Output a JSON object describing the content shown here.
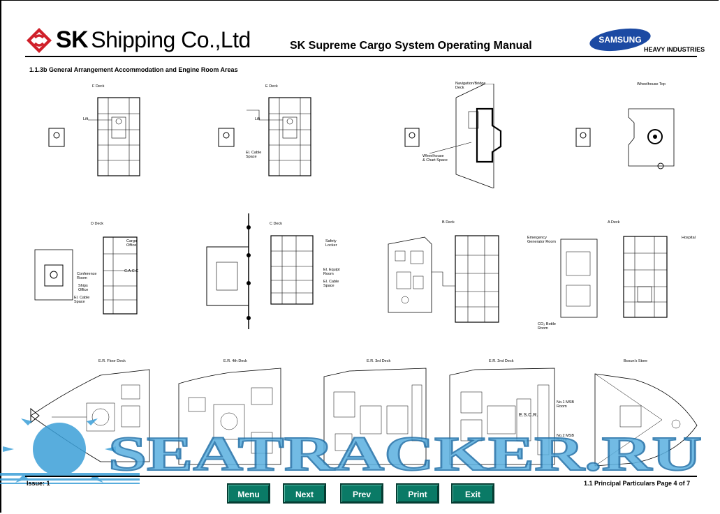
{
  "header": {
    "company_bold": "SK",
    "company_rest": "Shipping Co.,Ltd",
    "document_title": "SK Supreme Cargo System Operating Manual",
    "partner_logo_text": "SAMSUNG",
    "partner_sub": "HEAVY INDUSTRIES"
  },
  "section_title": "1.1.3b General Arrangement  Accommodation and Engine Room Areas",
  "decks": {
    "f_deck": "F Deck",
    "e_deck": "E Deck",
    "nav_bridge": "Navigation/Bridge\nDeck",
    "wheelhouse_top": "Wheelhouse Top",
    "d_deck": "D Deck",
    "c_deck": "C Deck",
    "b_deck": "B Deck",
    "a_deck": "A Deck",
    "er_floor": "E.R. Floor Deck",
    "er_4th": "E.R. 4th Deck",
    "er_3rd": "E.R. 3rd Deck",
    "er_2nd": "E.R. 2nd Deck",
    "bosun_store": "Bosun's Store"
  },
  "callouts": {
    "lift_f": "Lift",
    "lift_e": "Lift",
    "el_cable_e": "El. Cable\nSpace",
    "wheelhouse_chart": "Wheelhouse\n& Chart Space",
    "cargo_office": "Cargo\nOffice",
    "cacc": "C.A.C.C",
    "conference": "Conference\nRoom",
    "ships_office": "Ships\nOffice",
    "el_cable_d": "El. Cable\nSpace",
    "safety_locker": "Safety\nLocker",
    "el_equipt": "El. Equipt\nRoom",
    "el_cable_c": "El. Cable\nSpace",
    "emergency_gen": "Emergency\nGenerator Room",
    "hospital": "Hospital",
    "co2_room": "CO₂ Bottle\nRoom",
    "escr": "E.S.C.R.",
    "msb1": "No.1 MSB\nRoom",
    "msb2": "No.2 MSB\nRoom"
  },
  "watermark": "SEATRACKER.RU",
  "footer": {
    "issue": "Issue: 1",
    "page_ref": "1.1 Principal Particulars Page 4 of 7"
  },
  "nav": {
    "menu": "Menu",
    "next": "Next",
    "prev": "Prev",
    "print": "Print",
    "exit": "Exit"
  }
}
